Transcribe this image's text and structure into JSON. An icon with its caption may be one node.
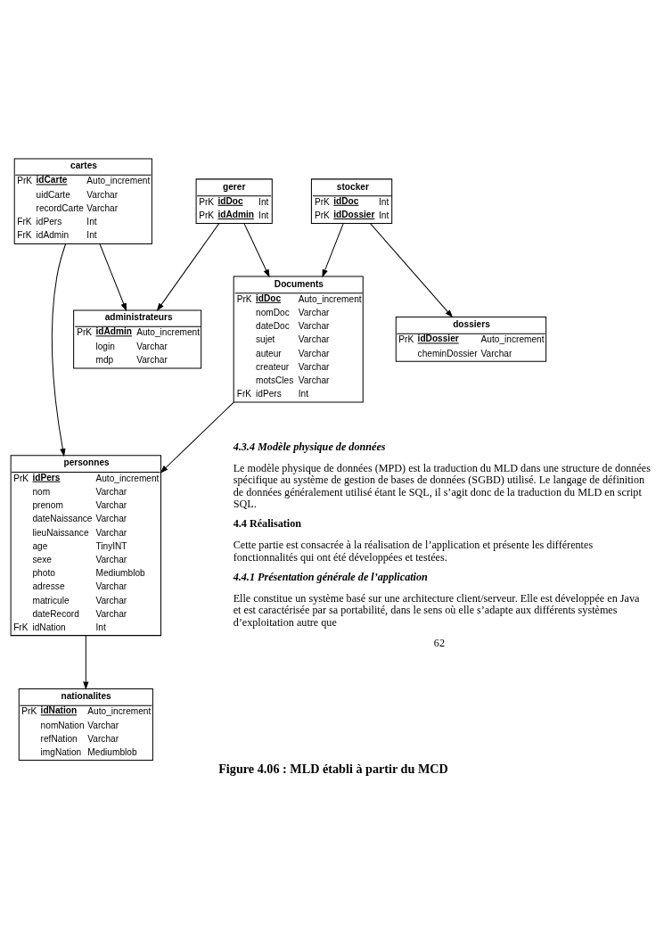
{
  "diagram": {
    "caption": "Figure 4.06 : MLD établi à partir du MCD",
    "nodes": [
      {
        "text": [
          "personnes",
          "PrK idPers Auto_increment",
          "nom Varchar",
          "prenom Varchar",
          "dateNaissance Varchar",
          "lieuNaissance Varchar",
          "age TinyINT",
          "sexe Varchar",
          "photo Mediumblob",
          "adresse Varchar",
          "matricule Varchar",
          "dateRecord Varchar",
          "FrK idNation Int"
        ]
      },
      {
        "text": [
          "nationalites",
          "PrK idNation Auto_increment",
          "nomNation Varchar",
          "refNation Varchar",
          "imgNation Mediumblob"
        ]
      },
      {
        "text": [
          "Documents",
          "PrK idDoc Auto_increment",
          "nomDoc Varchar",
          "dateDoc Varchar",
          "sujet Varchar",
          "auteur Varchar",
          "createur Varchar",
          "motsCles Varchar",
          "FrK idPers Int"
        ]
      },
      {
        "text": [
          "gerer",
          "PrK idDoc Int",
          "PrK idAdmin Int"
        ]
      },
      {
        "text": [
          "stocker",
          "PrK idDoc Int",
          "PrK idDossier Int"
        ]
      },
      {
        "text": [
          "cartes",
          "PrK idCarte Auto_increment",
          "uidCarte Varchar",
          "recordCarte Varchar",
          "FrK idPers Int",
          "FrK idAdmin Int"
        ]
      },
      {
        "text": [
          "administrateurs",
          "PrK idAdmin Auto_increment",
          "login Varchar",
          "mdp Varchar"
        ]
      },
      {
        "text": [
          "dossiers",
          "PrK idDossier Auto_increment",
          "cheminDossier Varchar"
        ]
      }
    ],
    "edges": [
      {
        "from": 0,
        "to": 1,
        "arrow": "to"
      },
      {
        "from": 2,
        "to": 0,
        "arrow": "to"
      },
      {
        "from": 5,
        "to": 0,
        "arrow": "to"
      },
      {
        "from": 3,
        "to": 2,
        "arrow": "to"
      },
      {
        "from": 4,
        "to": 2,
        "arrow": "to"
      },
      {
        "from": 3,
        "to": 6,
        "arrow": "to"
      },
      {
        "from": 4,
        "to": 7,
        "arrow": "to"
      },
      {
        "from": 5,
        "to": 6,
        "arrow": "to"
      }
    ],
    "labels": [
      "4.3.4 Modèle physique de données",
      "Le modèle physique de données (MPD) est la traduction du MLD dans une structure de données spécifique au système de gestion de bases de données (SGBD) utilisé. Le langage de définition de données généralement utilisé étant le SQL, il s’agit donc de la traduction du MLD en script SQL.",
      "4.4 Réalisation",
      "Cette partie est consacrée à la réalisation de l’application et présente les différentes fonctionnalités qui ont été développées et testées.",
      "4.4.1 Présentation générale de l’application",
      "Elle constitue un système basé sur une architecture client/serveur. Elle est développée en Java et est caractérisée par sa portabilité, dans le sens où elle s’adapte aux différents systèmes d’exploitation autre que",
      "62"
    ]
  }
}
